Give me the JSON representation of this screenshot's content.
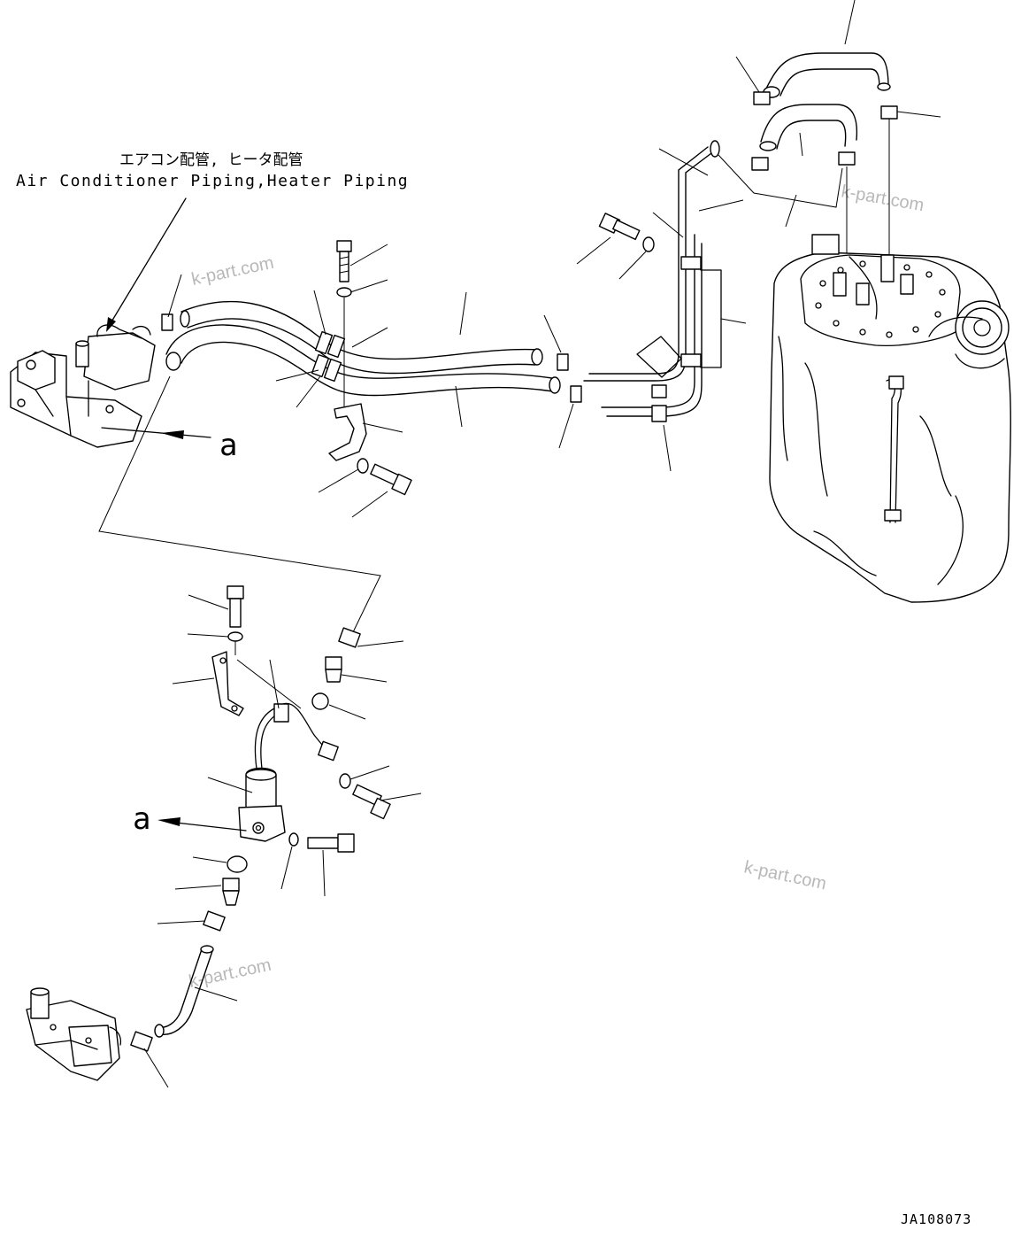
{
  "header": {
    "title_jp": "エアコン配管, ヒータ配管",
    "title_en": "Air Conditioner Piping,Heater Piping"
  },
  "callouts": {
    "view_a_upper": "a",
    "view_a_lower": "a"
  },
  "watermarks": [
    "k-part.com",
    "k-part.com",
    "k-part.com",
    "k-part.com"
  ],
  "drawing_number": "JA108073",
  "colors": {
    "line": "#000000",
    "background": "#ffffff",
    "watermark": "#b8b8b8"
  }
}
